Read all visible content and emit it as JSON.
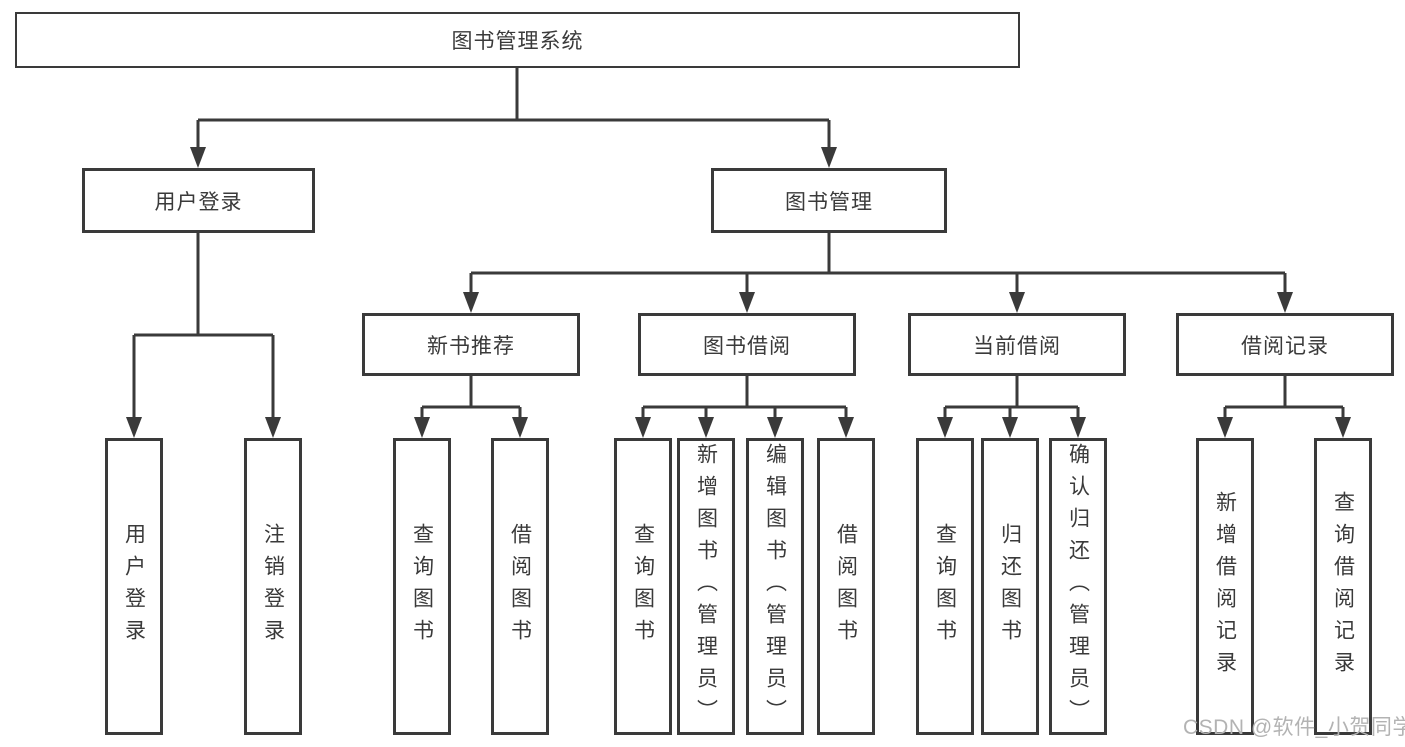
{
  "tree": {
    "root": {
      "label": "图书管理系统",
      "children": [
        {
          "label": "用户登录",
          "children": [
            {
              "label": "用户登录"
            },
            {
              "label": "注销登录"
            }
          ]
        },
        {
          "label": "图书管理",
          "children": [
            {
              "label": "新书推荐",
              "children": [
                {
                  "label": "查询图书"
                },
                {
                  "label": "借阅图书"
                }
              ]
            },
            {
              "label": "图书借阅",
              "children": [
                {
                  "label": "查询图书"
                },
                {
                  "label": "新增图书（管理员）"
                },
                {
                  "label": "编辑图书（管理员）"
                },
                {
                  "label": "借阅图书"
                }
              ]
            },
            {
              "label": "当前借阅",
              "children": [
                {
                  "label": "查询图书"
                },
                {
                  "label": "归还图书"
                },
                {
                  "label": "确认归还（管理员）"
                }
              ]
            },
            {
              "label": "借阅记录",
              "children": [
                {
                  "label": "新增借阅记录"
                },
                {
                  "label": "查询借阅记录"
                }
              ]
            }
          ]
        }
      ]
    }
  },
  "watermark": {
    "text": "CSDN @软件_小贺同学"
  },
  "colors": {
    "line_color": "#3a3a3a",
    "background": "#ffffff",
    "watermark_color": "#b3b3b3"
  }
}
